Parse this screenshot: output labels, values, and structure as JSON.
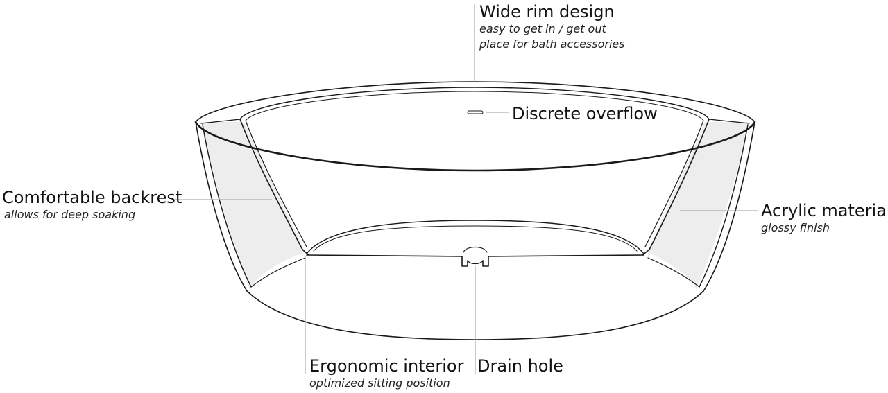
{
  "callouts": {
    "rim": {
      "title": "Wide rim design",
      "lines": [
        "easy to get in / get out",
        "place for bath accessories"
      ]
    },
    "overflow": {
      "title": "Discrete overflow"
    },
    "backrest": {
      "title": "Comfortable backrest",
      "lines": [
        "allows for deep soaking"
      ]
    },
    "acrylic": {
      "title": "Acrylic material",
      "lines": [
        "glossy finish"
      ]
    },
    "ergonomic": {
      "title": "Ergonomic interior",
      "lines": [
        "optimized sitting position"
      ]
    },
    "drain": {
      "title": "Drain hole"
    }
  },
  "colors": {
    "outline": "#1a1a1a",
    "shell_fill": "#ededed",
    "leader": "#9a9a9a"
  }
}
